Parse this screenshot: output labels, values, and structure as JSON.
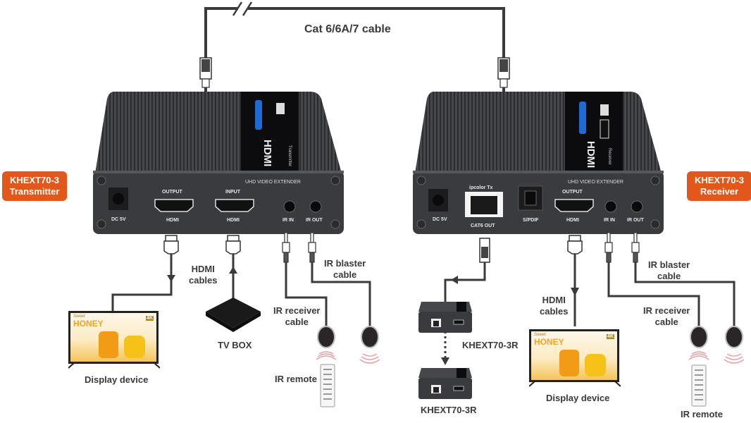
{
  "cable": {
    "label": "Cat 6/6A/7 cable"
  },
  "transmitter": {
    "badge_line1": "KHEXT70-3",
    "badge_line2": "Transmitter",
    "strip_text": "UHD VIDEO EXTENDER",
    "top_label": "Transmitter",
    "ports": {
      "dc": "DC 5V",
      "output_top": "OUTPUT",
      "output_bottom": "HDMI",
      "input_top": "INPUT",
      "input_bottom": "HDMI",
      "ir_in": "IR IN",
      "ir_out": "IR OUT"
    }
  },
  "receiver": {
    "badge_line1": "KHEXT70-3",
    "badge_line2": "Receiver",
    "strip_text": "UHD VIDEO EXTENDER",
    "top_label": "Receiver",
    "ports": {
      "dc": "DC 5V",
      "cat_top": "ipcolor Tx",
      "cat_bottom": "CAT6 OUT",
      "spdif": "S/PDIF",
      "output_top": "OUTPUT",
      "output_bottom": "HDMI",
      "ir_in": "IR IN",
      "ir_out": "IR OUT"
    }
  },
  "left_labels": {
    "hdmi_cables_1": "HDMI",
    "hdmi_cables_2": "cables",
    "ir_blaster_1": "IR blaster",
    "ir_blaster_2": "cable",
    "ir_receiver_1": "IR receiver",
    "ir_receiver_2": "cable",
    "tv_box": "TV BOX",
    "display": "Display device",
    "ir_remote": "IR remote"
  },
  "right_labels": {
    "hdmi_cables_1": "HDMI",
    "hdmi_cables_2": "cables",
    "ir_blaster_1": "IR blaster",
    "ir_blaster_2": "cable",
    "ir_receiver_1": "IR receiver",
    "ir_receiver_2": "cable",
    "cascade_1": "KHEXT70-3R",
    "cascade_2": "KHEXT70-3R",
    "display": "Display device",
    "ir_remote": "IR remote"
  },
  "tv_screen": {
    "brand_small": "Sweet",
    "brand": "HONEY",
    "res_badge": "4K"
  },
  "colors": {
    "badge": "#e2581c",
    "cable": "#3a3a3a",
    "device": "#3c3d40",
    "ir_wave": "#e8a0a0",
    "honey": "#f2a41c"
  }
}
